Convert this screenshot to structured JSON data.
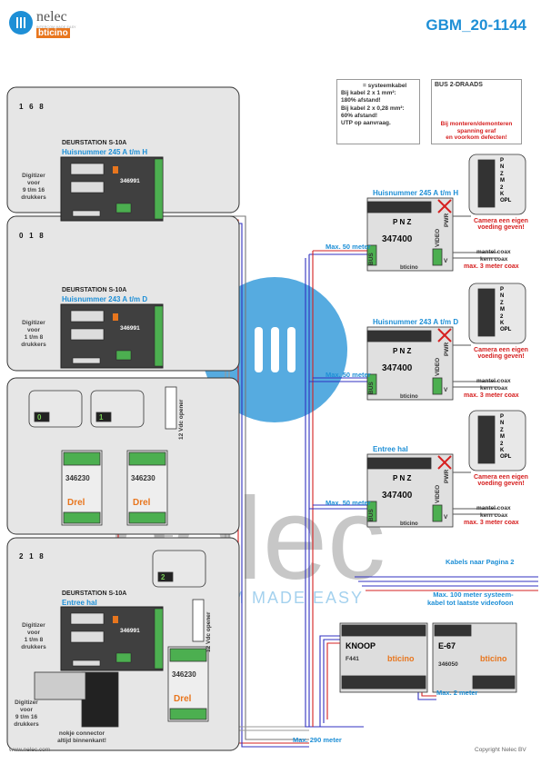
{
  "header": {
    "title": "GBM_20-1144",
    "logo_name": "nelec",
    "logo_sub": "INTERCOM MADE EASY",
    "logo_brand": "bticino"
  },
  "legend": {
    "line1": "= systeemkabel",
    "line2": "Bij kabel 2 x 1 mm²:",
    "line3": "180% afstand!",
    "line4": "Bij kabel 2 x 0,28 mm²:",
    "line5": "60% afstand!",
    "line6": "UTP op aanvraag."
  },
  "bus_box": {
    "title": "BUS 2-DRAADS",
    "warning1": "Bij monteren/demonteren",
    "warning2": "spanning eraf",
    "warning3": "en voorkom defecten!"
  },
  "stations": [
    {
      "type": "DEURSTATION S-10A",
      "name": "Huisnummer 245 A t/m H",
      "model": "346991",
      "digitizer": [
        "Digitizer",
        "voor",
        "9 t/m 16",
        "drukkers"
      ],
      "kp": [
        "1",
        "6",
        "8"
      ]
    },
    {
      "type": "DEURSTATION S-10A",
      "name": "Huisnummer 243 A t/m D",
      "model": "346991",
      "digitizer": [
        "Digitizer",
        "voor",
        "1 t/m 8",
        "drukkers"
      ],
      "kp": [
        "0",
        "1",
        "8"
      ]
    },
    {
      "type": "DEURSTATION S-10A",
      "name": "Entree hal",
      "model": "346991",
      "digitizer": [
        "Digitizer",
        "voor",
        "1 t/m 8",
        "drukkers"
      ],
      "kp": [
        "2",
        "1",
        "8"
      ]
    }
  ],
  "digitizer_extra": [
    "Digitizer",
    "voor",
    "9 t/m 16",
    "drukkers"
  ],
  "connector_note": [
    "nokje connector",
    "altijd binnenkant!"
  ],
  "relays": {
    "model": "346230",
    "brand": "Drel",
    "opener": "12 Vdc opener",
    "kp1": "0",
    "kp2": "1",
    "kp3": "2"
  },
  "monitors": [
    {
      "name": "Huisnummer 245 A t/m H",
      "model": "347400",
      "brand": "bticino",
      "keys": [
        "P",
        "N",
        "Z"
      ]
    },
    {
      "name": "Huisnummer 243 A t/m D",
      "model": "347400",
      "brand": "bticino",
      "keys": [
        "P",
        "N",
        "Z"
      ]
    },
    {
      "name": "Entree hal",
      "model": "347400",
      "brand": "bticino",
      "keys": [
        "P",
        "N",
        "Z"
      ]
    }
  ],
  "monitor_labels": {
    "bus": "BUS",
    "video": "VIDEO",
    "pwr": "PWR",
    "v": "V",
    "camera1": "Camera een eigen",
    "camera2": "voeding geven!",
    "mantel": "mantel coax",
    "kern": "kern coax",
    "max3": "max. 3 meter coax"
  },
  "cameras": [
    [
      "P",
      "N",
      "Z",
      "M",
      "2",
      "K",
      "OPL"
    ],
    [
      "P",
      "N",
      "Z",
      "M",
      "2",
      "K",
      "OPL"
    ],
    [
      "P",
      "N",
      "Z",
      "M",
      "2",
      "K",
      "OPL"
    ]
  ],
  "distances": {
    "m50": "Max. 50 meter",
    "m290": "Max. 290 meter",
    "m2": "Max. 2 meter",
    "kabels": "Kabels naar Pagina 2",
    "max100a": "Max. 100 meter systeem-",
    "max100b": "kabel tot laatste videofoon"
  },
  "knoop": {
    "name": "KNOOP",
    "model": "F441",
    "brand": "bticino"
  },
  "e67": {
    "name": "E-67",
    "model": "346050",
    "brand": "bticino"
  },
  "watermark": {
    "big": "nelec",
    "sub": "INTERCOM MADE EASY"
  },
  "footer": {
    "left": "www.nelec.com",
    "right": "Copyright Nelec BV"
  },
  "colors": {
    "accent": "#1e8fd6",
    "orange": "#e8761e",
    "cable_red": "#d62020",
    "cable_blue": "#3030c0",
    "green": "#2e9e3a",
    "module": "#404040"
  }
}
